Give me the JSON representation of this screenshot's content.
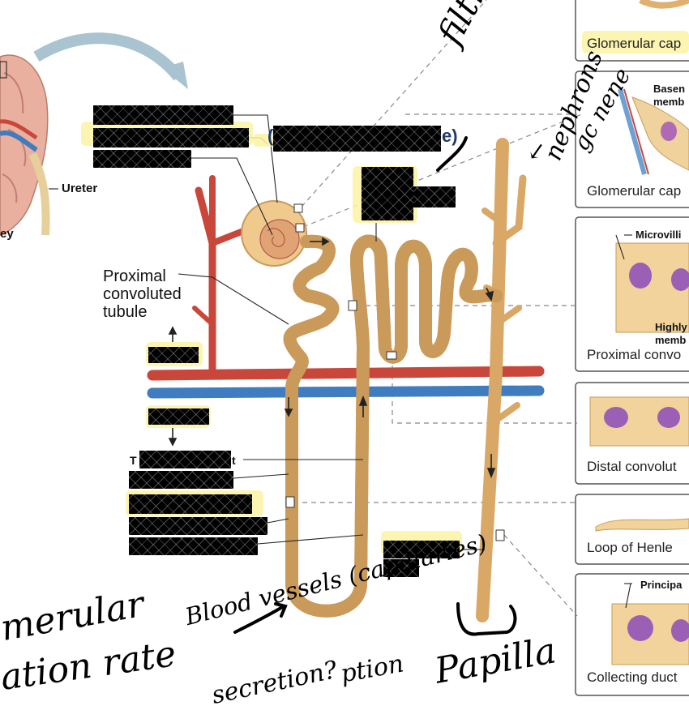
{
  "labels": {
    "ureter": "Ureter",
    "kidney_partial": "ey",
    "proximal_convoluted_tubule": "Proximal\nconvoluted\ntubule",
    "glomerular_cap_top": "Glomerular cap",
    "basement_membrane_1": "Basen",
    "basement_membrane_2": "memb",
    "glomerular_cap_mid": "Glomerular cap",
    "microvilli": "Microvilli",
    "highly_1": "Highly",
    "highly_2": "memb",
    "proximal_convo": "Proximal convo",
    "distal_convolu": "Distal convolut",
    "loop_of_henle": "Loop of Henle",
    "principal": "Principa",
    "collecting_duct": "Collecting duct",
    "blurred_t": "T",
    "blurred_t_end": "t",
    "blurred_paren_left": "(",
    "blurred_paren_right": "e)"
  },
  "handwriting": {
    "filtrate": "filtrate",
    "nephrons": "nephrons",
    "gene": "gc nene",
    "merular": "merular",
    "ation_rate": "ation rate",
    "blood_vessels": "Blood vessels (capillaries)",
    "secretion": "secretion?",
    "ption": "ption",
    "papilla": "Papilla",
    "arrow": "←"
  },
  "colors": {
    "tubule": "#f0c98c",
    "tubule_outline": "#c99a5a",
    "duct": "#e0b070",
    "artery": "#c9473a",
    "vein": "#3f7cc0",
    "highlight": "#fbf3a3",
    "dashed": "#888888"
  }
}
